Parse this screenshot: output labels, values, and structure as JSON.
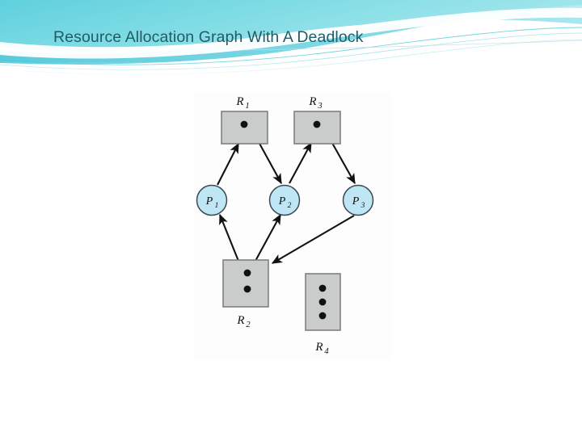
{
  "slide": {
    "title": "Resource Allocation Graph With A Deadlock",
    "title_color": "#1F5C68",
    "background_color": "#FFFFFF"
  },
  "theme": {
    "band_teal": "#4BC8D8",
    "band_teal_dark": "#2FA8BD",
    "band_light": "#BFECF3",
    "band_white": "#FFFFFF"
  },
  "diagram": {
    "type": "resource-allocation-graph",
    "resource_fill": "#C9CCCB",
    "resource_stroke": "#7F8180",
    "process_fill": "#BFE6F5",
    "process_stroke": "#3C4A52",
    "edge_color": "#111111",
    "instance_dot_color": "#111111",
    "resources": [
      {
        "id": "R1",
        "label": "R",
        "sub": "1",
        "instances": 1
      },
      {
        "id": "R2",
        "label": "R",
        "sub": "2",
        "instances": 2
      },
      {
        "id": "R3",
        "label": "R",
        "sub": "3",
        "instances": 1
      },
      {
        "id": "R4",
        "label": "R",
        "sub": "4",
        "instances": 3
      }
    ],
    "processes": [
      {
        "id": "P1",
        "label": "P",
        "sub": "1"
      },
      {
        "id": "P2",
        "label": "P",
        "sub": "2"
      },
      {
        "id": "P3",
        "label": "P",
        "sub": "3"
      }
    ],
    "edges": [
      {
        "from": "P1",
        "to": "R1",
        "kind": "request"
      },
      {
        "from": "R1",
        "to": "P2",
        "kind": "assignment"
      },
      {
        "from": "P2",
        "to": "R3",
        "kind": "request"
      },
      {
        "from": "R3",
        "to": "P3",
        "kind": "assignment"
      },
      {
        "from": "R2",
        "to": "P1",
        "kind": "assignment"
      },
      {
        "from": "R2",
        "to": "P2",
        "kind": "assignment"
      },
      {
        "from": "P3",
        "to": "R2",
        "kind": "request"
      }
    ]
  }
}
